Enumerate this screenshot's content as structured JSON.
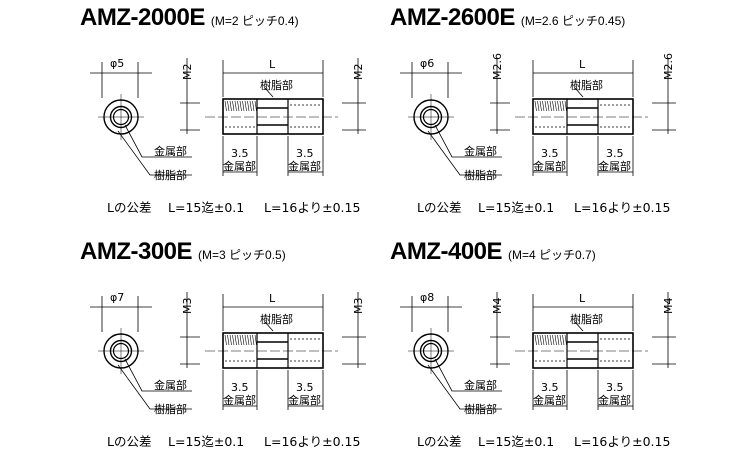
{
  "labels": {
    "metal": "金属部",
    "resin": "樹脂部",
    "length": "L",
    "insert_depth": "3.5",
    "tolerance_label": "Lの公差",
    "tol_short": "L=15迄±0.1",
    "tol_long": "L=16より±0.15"
  },
  "panels": [
    {
      "model": "AMZ-2000E",
      "spec": "(M=2 ピッチ0.4)",
      "diameter": "φ5",
      "thread": "M2"
    },
    {
      "model": "AMZ-2600E",
      "spec": "(M=2.6 ピッチ0.45)",
      "diameter": "φ6",
      "thread": "M2.6"
    },
    {
      "model": "AMZ-300E",
      "spec": "(M=3 ピッチ0.5)",
      "diameter": "φ7",
      "thread": "M3"
    },
    {
      "model": "AMZ-400E",
      "spec": "(M=4 ピッチ0.7)",
      "diameter": "φ8",
      "thread": "M4"
    }
  ]
}
